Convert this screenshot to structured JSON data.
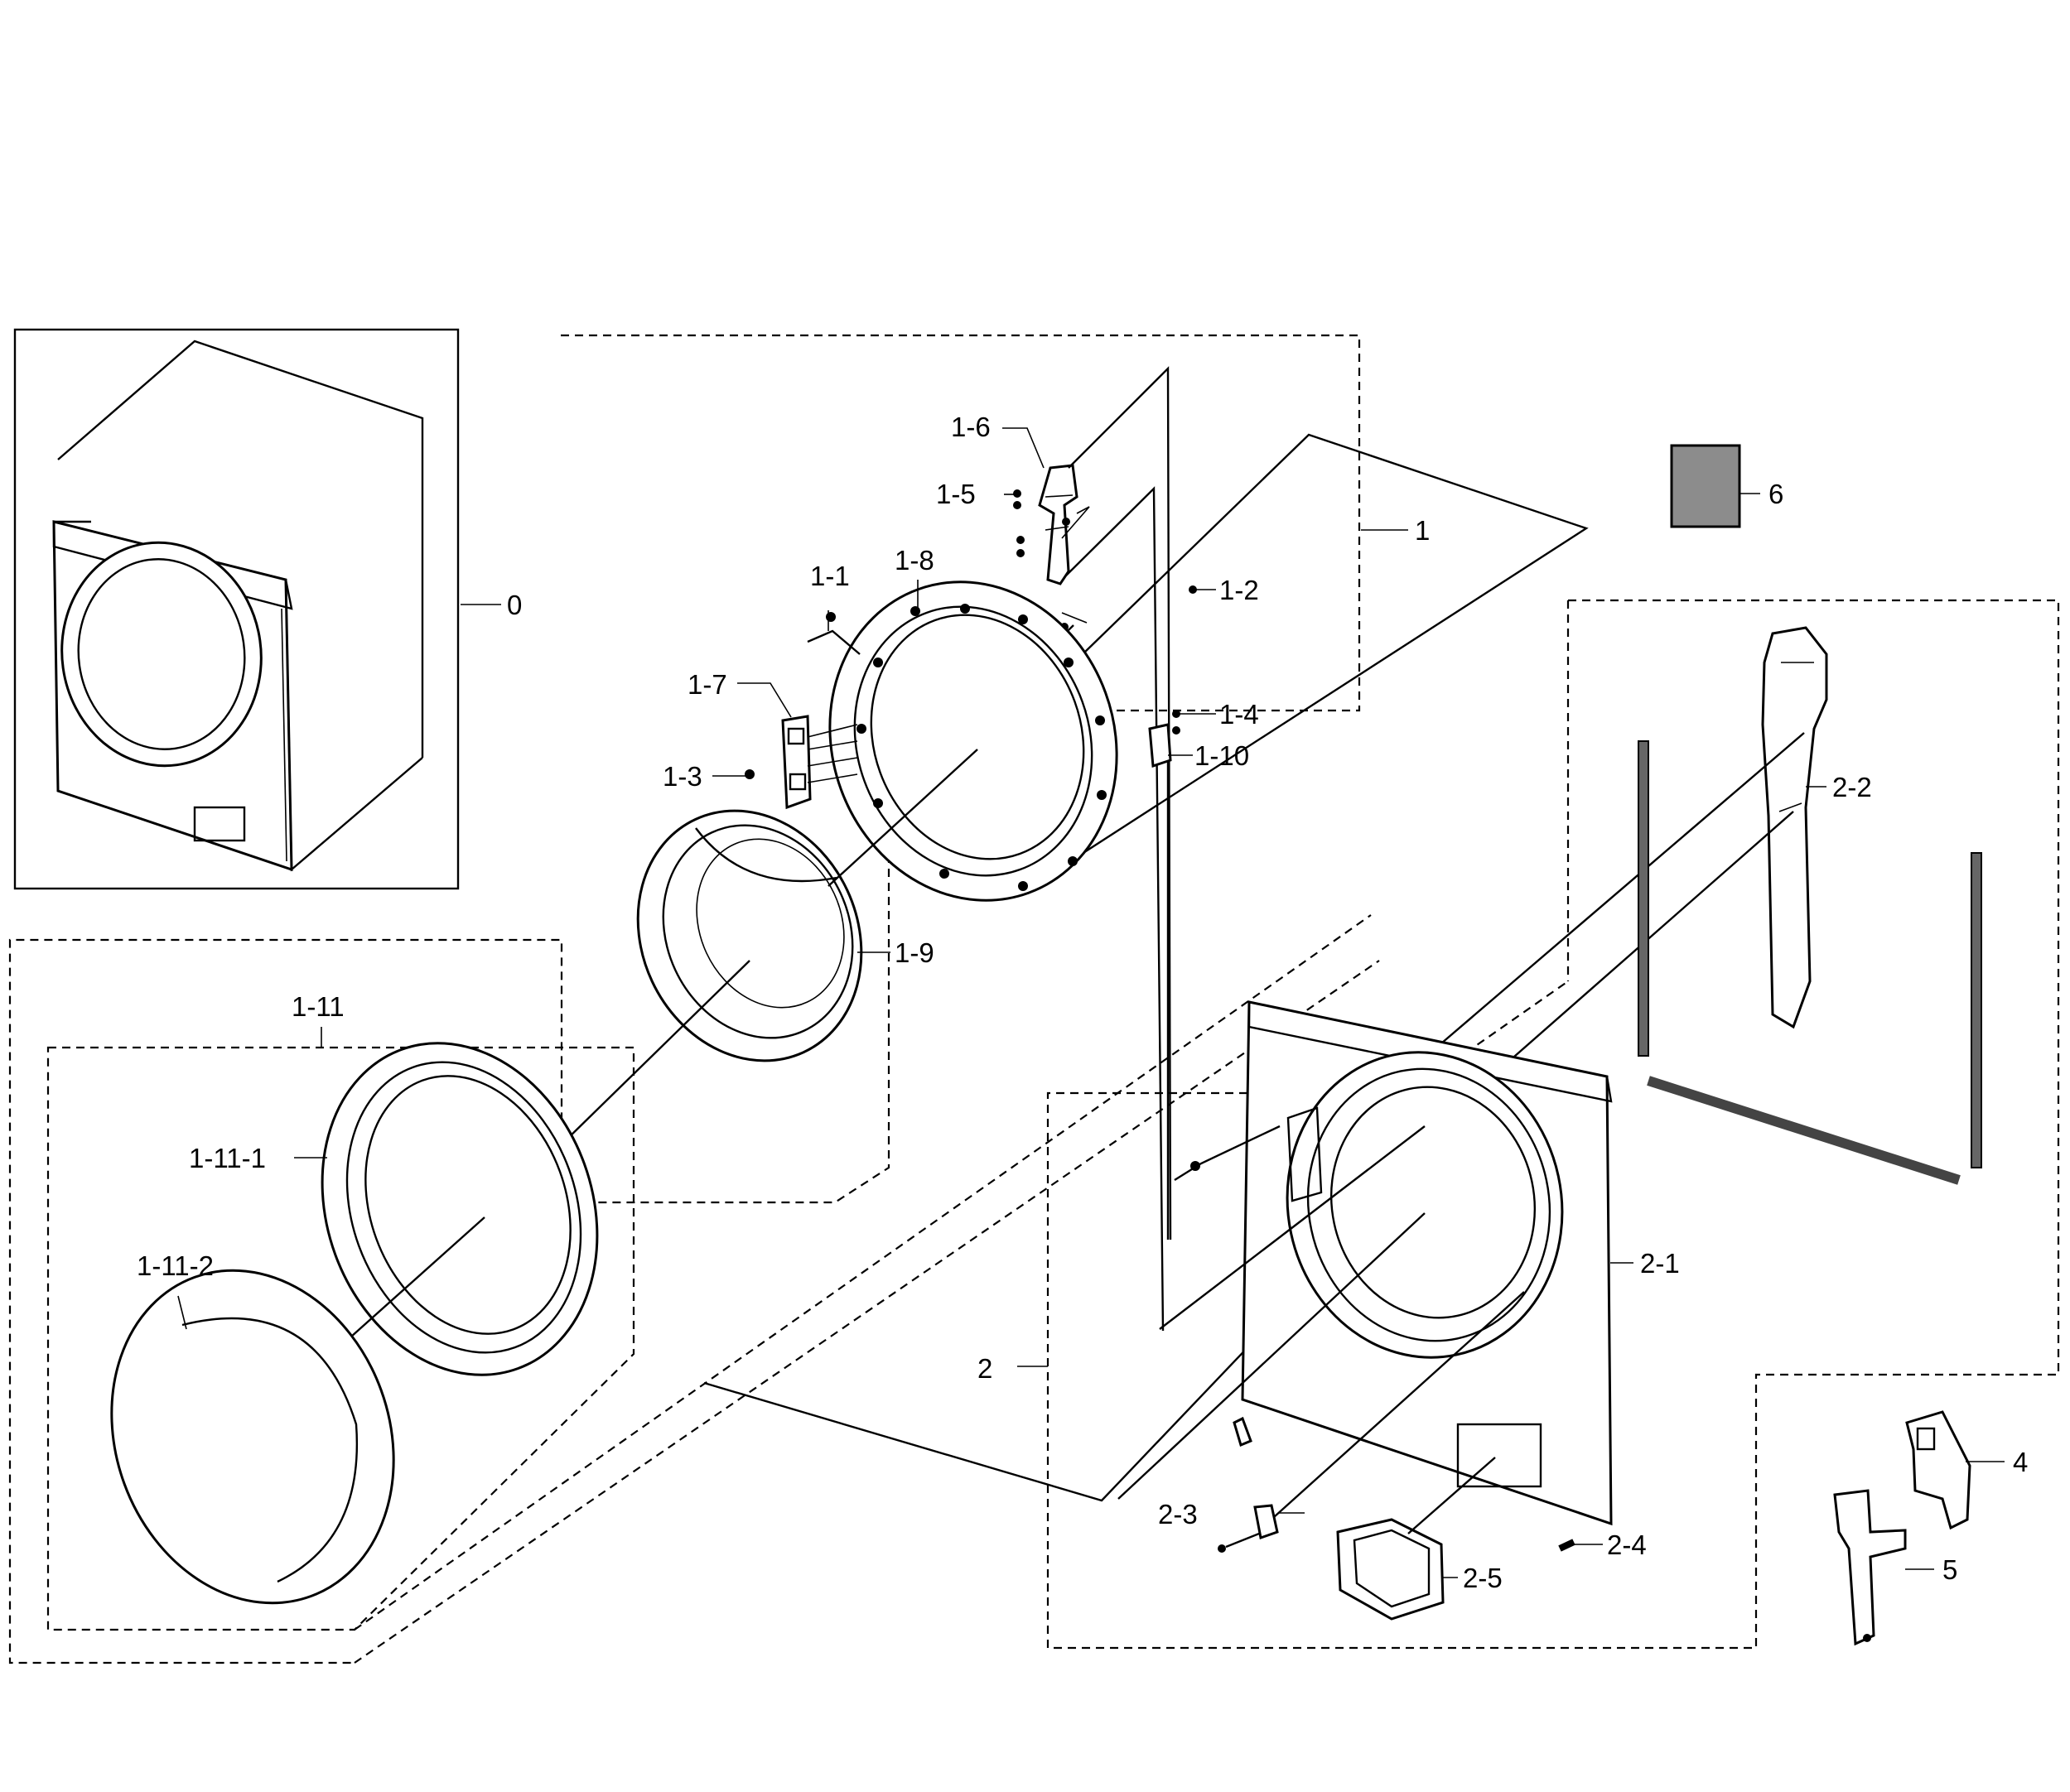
{
  "labels": {
    "l_0": "0",
    "l_1": "1",
    "l_1_1": "1-1",
    "l_1_2": "1-2",
    "l_1_3": "1-3",
    "l_1_4": "1-4",
    "l_1_5": "1-5",
    "l_1_6": "1-6",
    "l_1_7": "1-7",
    "l_1_8": "1-8",
    "l_1_9": "1-9",
    "l_1_10": "1-10",
    "l_1_11": "1-11",
    "l_1_11_1": "1-11-1",
    "l_1_11_2": "1-11-2",
    "l_2": "2",
    "l_2_1": "2-1",
    "l_2_2": "2-2",
    "l_2_3": "2-3",
    "l_2_4": "2-4",
    "l_2_5": "2-5",
    "l_4": "4",
    "l_5": "5",
    "l_6": "6"
  }
}
